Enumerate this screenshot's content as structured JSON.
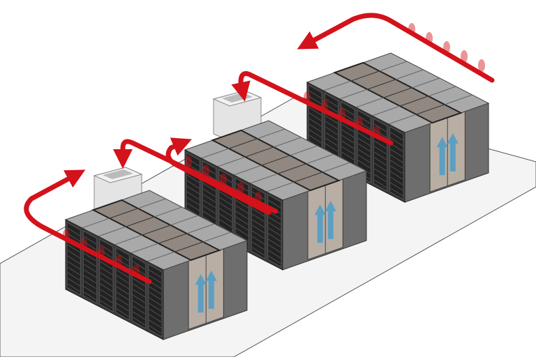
{
  "illustration": {
    "pod_count": 3,
    "racks_per_row": 6,
    "cooling_unit_count": 2
  },
  "colors": {
    "background": "#ffffff",
    "floor": "#f4f4f4",
    "rack_front": "#3a3a3a",
    "rack_top": "#a9a9a9",
    "rack_side": "#6e6e6e",
    "containment_glass": "#8a7e74",
    "cooling_unit": "#e4e4e4",
    "hot_air": "#d3121b",
    "cold_air": "#5c9fc2"
  }
}
